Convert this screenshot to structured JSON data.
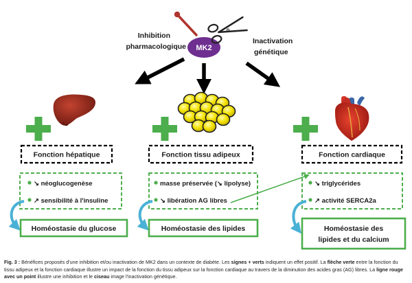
{
  "top": {
    "center_label": "MK2",
    "inhibition_label": [
      "Inhibition",
      "pharmacologique"
    ],
    "inactivation_label": [
      "Inactivation",
      "génétique"
    ]
  },
  "columns": [
    {
      "title": "Fonction hépatique",
      "organ": "liver-icon",
      "effects": [
        {
          "arrow": "↘",
          "text": "néoglucogenèse"
        },
        {
          "arrow": "↗",
          "text": "sensibilité à l'insuline"
        }
      ],
      "outcome": [
        "Homéostasie du glucose"
      ]
    },
    {
      "title": "Fonction tissu adipeux",
      "organ": "fat-cells-icon",
      "effects": [
        {
          "arrow": "",
          "text": "masse préservée (↘ lipolyse)"
        },
        {
          "arrow": "↘",
          "text": "libération AG libres"
        }
      ],
      "outcome": [
        "Homéostasie des lipides"
      ]
    },
    {
      "title": "Fonction cardiaque",
      "organ": "heart-icon",
      "effects": [
        {
          "arrow": "↘",
          "text": "triglycérides"
        },
        {
          "arrow": "↗",
          "text": "activité SERCA2a"
        }
      ],
      "outcome": [
        "Homéostasie des",
        "lipides et du calcium"
      ]
    }
  ],
  "caption": {
    "p1": "Fig. 3 :",
    "p2": " Bénéfices proposés d'une inhibition et/ou inactivation de MK2 dans un contexte de diabète. Les ",
    "p3": "signes + verts",
    "p4": " indiquent un effet positif. La ",
    "p5": "flèche verte",
    "p6": " entre la fonction du tissu adipeux et la fonction cardiaque illustre un impact de la fonction du tissu adipeux sur la fonction cardiaque au travers de la diminution des acides gras (AG) libres. La ",
    "p7": "ligne rouge avec un point",
    "p8": " illustre une inhibition et le ",
    "p9": "ciseau",
    "p10": " image l'inactivation génétique."
  },
  "colors": {
    "green": "#4cae4c",
    "mk2_purple": "#6e2f91",
    "inhibitor_red": "#b0352e",
    "loop_blue": "#4ab1d6"
  }
}
